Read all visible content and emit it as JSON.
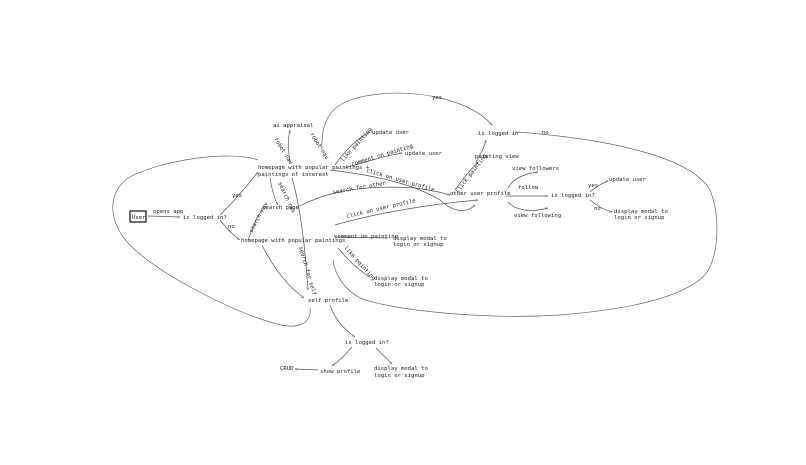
{
  "diagram": {
    "start_node": "User",
    "nodes": {
      "opens_app": "opens app",
      "is_logged_in_1": "is logged in?",
      "yes_1": "yes",
      "no_1": "no",
      "ai_appraisal": "ai appraisal",
      "homepage_popular_interest": "homepage with popular paintings +",
      "homepage_popular_interest_2": "paintings of interest",
      "search_page": "search page",
      "homepage_popular": "homepage with popular paintings",
      "self_profile": "self profile",
      "is_logged_in_self": "is logged in?",
      "crud": "CRUD",
      "show_profile": "show profile",
      "display_modal_self_1": "display modal to",
      "display_modal_self_2": "login or signup",
      "update_user_like": "update user",
      "update_user_comment": "update user",
      "comment_on_painting": "comment on painting",
      "display_modal_comment_1": "display modal to",
      "display_modal_comment_2": "login or signup",
      "display_modal_like_1": "display modal to",
      "display_modal_like_2": "login or signup",
      "is_logged_in_top": "is logged in",
      "yes_top": "yes",
      "no_top": "no",
      "painting_view": "painting view",
      "other_user_profile": "other user profile",
      "view_followers": "view followers",
      "follow": "follow",
      "view_following": "view following",
      "is_logged_in_follow": "is logged in?",
      "yes_follow": "yes",
      "no_follow": "no",
      "update_user_follow": "update user",
      "display_modal_follow_1": "display modal to",
      "display_modal_follow_2": "login or signup"
    },
    "edge_labels": {
      "robot_nav_1": "robot nav",
      "robot_nav_2": "robot nav",
      "search_nav_1": "search nav",
      "search_nav_2": "search nav",
      "like_painting_1": "like painting",
      "comment_on_painting_1": "comment on painting",
      "click_on_user_profile_1": "click on user profile",
      "search_for_other": "search for other",
      "click_on_user_profile_2": "click on user profile",
      "click_painting": "click painting",
      "like_painting_2": "like painting",
      "search_for_self": "search for self"
    }
  }
}
